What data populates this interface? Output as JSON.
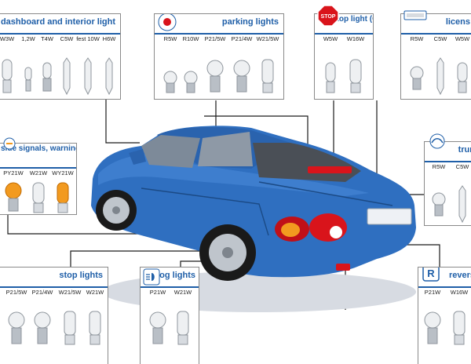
{
  "panels": {
    "dashboard": {
      "title": "dashboard and interior light",
      "types": [
        "W3W",
        "1,2W",
        "T4W",
        "C5W",
        "fest 10W",
        "H6W"
      ]
    },
    "parking": {
      "title": "parking lights",
      "types": [
        "R5W",
        "R10W",
        "P21/5W",
        "P21/4W",
        "W21/5W"
      ]
    },
    "stop_chmsl": {
      "title": "stop light (CHMSL)",
      "badge_text": "STOP",
      "types": [
        "W5W",
        "W16W"
      ]
    },
    "license": {
      "title": "licens",
      "types": [
        "R5W",
        "C5W",
        "W5W"
      ]
    },
    "side": {
      "title": "side signals, warning lights",
      "types": [
        "PY21W",
        "W21W",
        "WY21W"
      ]
    },
    "trunk": {
      "title": "trun",
      "types": [
        "R5W",
        "C5W"
      ]
    },
    "stop": {
      "title": "stop lights",
      "types": [
        "P21/5W",
        "P21/4W",
        "W21/5W",
        "W21W"
      ]
    },
    "fog": {
      "title": "fog lights",
      "types": [
        "P21W",
        "W21W"
      ]
    },
    "reverse": {
      "title": "revers",
      "badge_text": "R",
      "types": [
        "P21W",
        "W16W"
      ]
    }
  },
  "colors": {
    "accent": "#1f5fa8",
    "car_body": "#2f6fc0",
    "amber": "#f29a1f",
    "taillight": "#d9141b"
  },
  "icons": [
    "parking-light-icon",
    "stop-sign-icon",
    "license-plate-icon",
    "side-signal-icon",
    "trunk-light-icon",
    "fog-light-icon",
    "reverse-r-icon"
  ]
}
